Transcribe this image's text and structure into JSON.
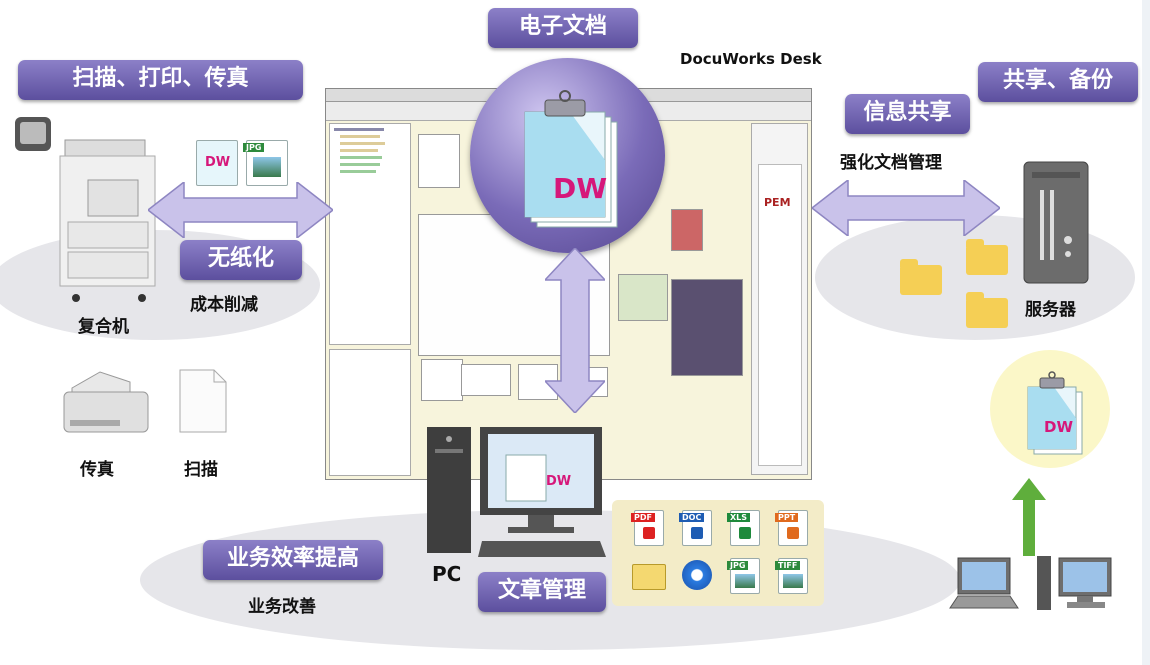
{
  "labels": {
    "electronic_docs": "电子文档",
    "app_name": "DocuWorks Desk",
    "scan_print_fax": "扫描、打印、传真",
    "share_backup": "共享、备份",
    "info_share": "信息共享",
    "strengthen_doc_mgmt": "强化文档管理",
    "paperless": "无纸化",
    "cost_reduction": "成本削减",
    "mfp": "复合机",
    "fax": "传真",
    "scan": "扫描",
    "server": "服务器",
    "efficiency": "业务效率提高",
    "improvement": "业务改善",
    "pc": "PC",
    "doc_mgmt": "文章管理"
  },
  "icons": {
    "dw_logo": "DW",
    "file_types": [
      "PDF",
      "DOC",
      "XLS",
      "PPT",
      "JPG",
      "TIFF"
    ],
    "top_file_types": [
      "DW",
      "JPG"
    ]
  },
  "colors": {
    "pill_top": "#8c80c8",
    "pill_bottom": "#5c4f9e",
    "dw_magenta": "#d6177a",
    "arrow_fill": "#c9c2ea",
    "green_arrow": "#5fae3c",
    "folder": "#f5cf55"
  }
}
